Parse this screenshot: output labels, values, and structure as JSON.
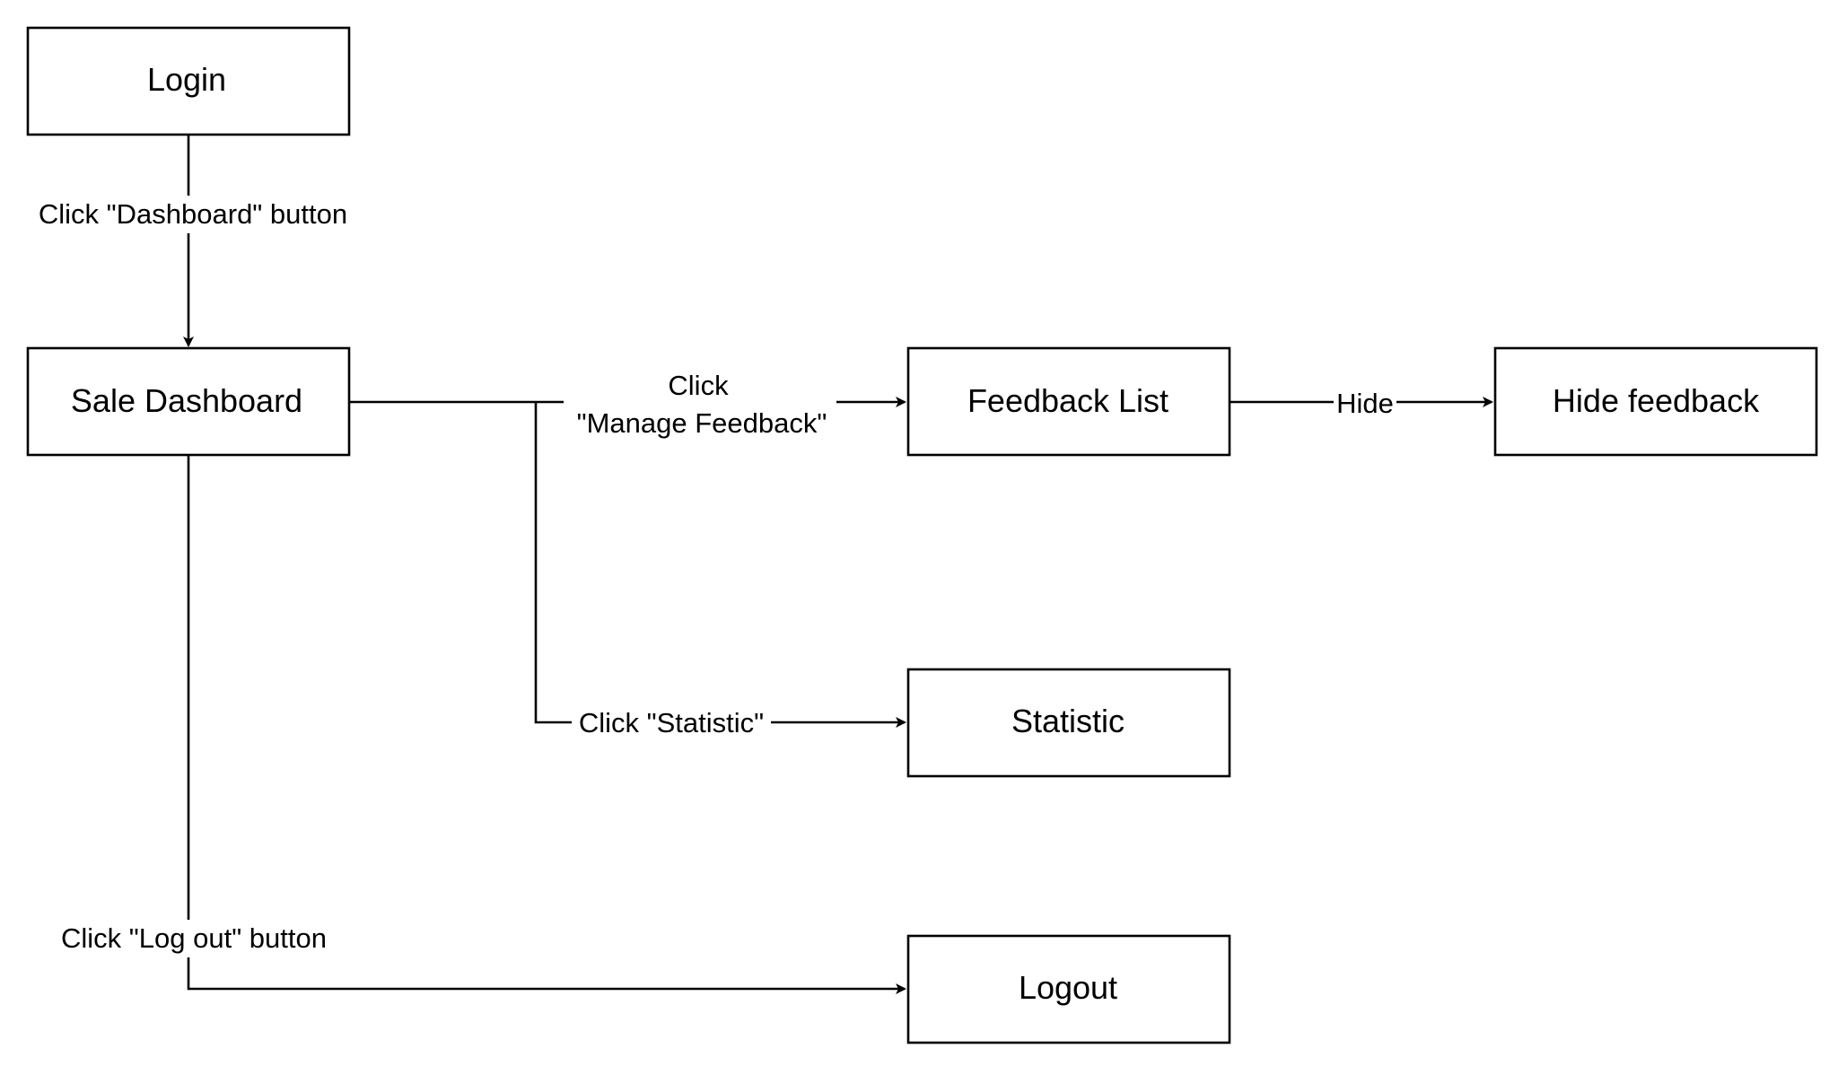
{
  "diagram": {
    "nodes": {
      "login": "Login",
      "sale_dashboard": "Sale Dashboard",
      "feedback_list": "Feedback List",
      "hide_feedback": "Hide feedback",
      "statistic": "Statistic",
      "logout": "Logout"
    },
    "edges": {
      "login_to_dashboard": "Click \"Dashboard\" button",
      "dashboard_to_feedback_line1": "Click",
      "dashboard_to_feedback_line2": "\"Manage Feedback\"",
      "feedback_to_hide": "Hide",
      "dashboard_to_statistic": "Click \"Statistic\"",
      "dashboard_to_logout": "Click \"Log out\" button"
    }
  }
}
